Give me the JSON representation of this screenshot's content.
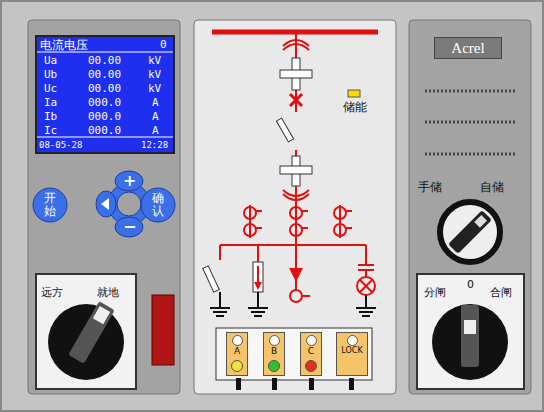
{
  "diagram": {
    "nodes": [
      {
        "text": [
          "开始"
        ]
      },
      {
        "text": [
          "确认"
        ]
      },
      {
        "text": [
          "远方",
          "就地"
        ]
      },
      {
        "text": [
          "Acrel"
        ]
      },
      {
        "text": [
          "分闸",
          "0",
          "合闸"
        ]
      },
      {
        "text": [
          "A"
        ]
      },
      {
        "text": [
          "B"
        ]
      },
      {
        "text": [
          "C"
        ]
      },
      {
        "text": [
          "LOCK"
        ]
      }
    ],
    "labels": [
      "电流电压",
      "0",
      "Ua",
      "00.00",
      "kV",
      "Ub",
      "00.00",
      "kV",
      "Uc",
      "00.00",
      "kV",
      "Ia",
      "000.0",
      "A",
      "Ib",
      "000.0",
      "A",
      "Ic",
      "000.0",
      "A",
      "08-05-28",
      "12:28",
      "+",
      "−",
      "储能",
      "手储",
      "自储"
    ]
  }
}
